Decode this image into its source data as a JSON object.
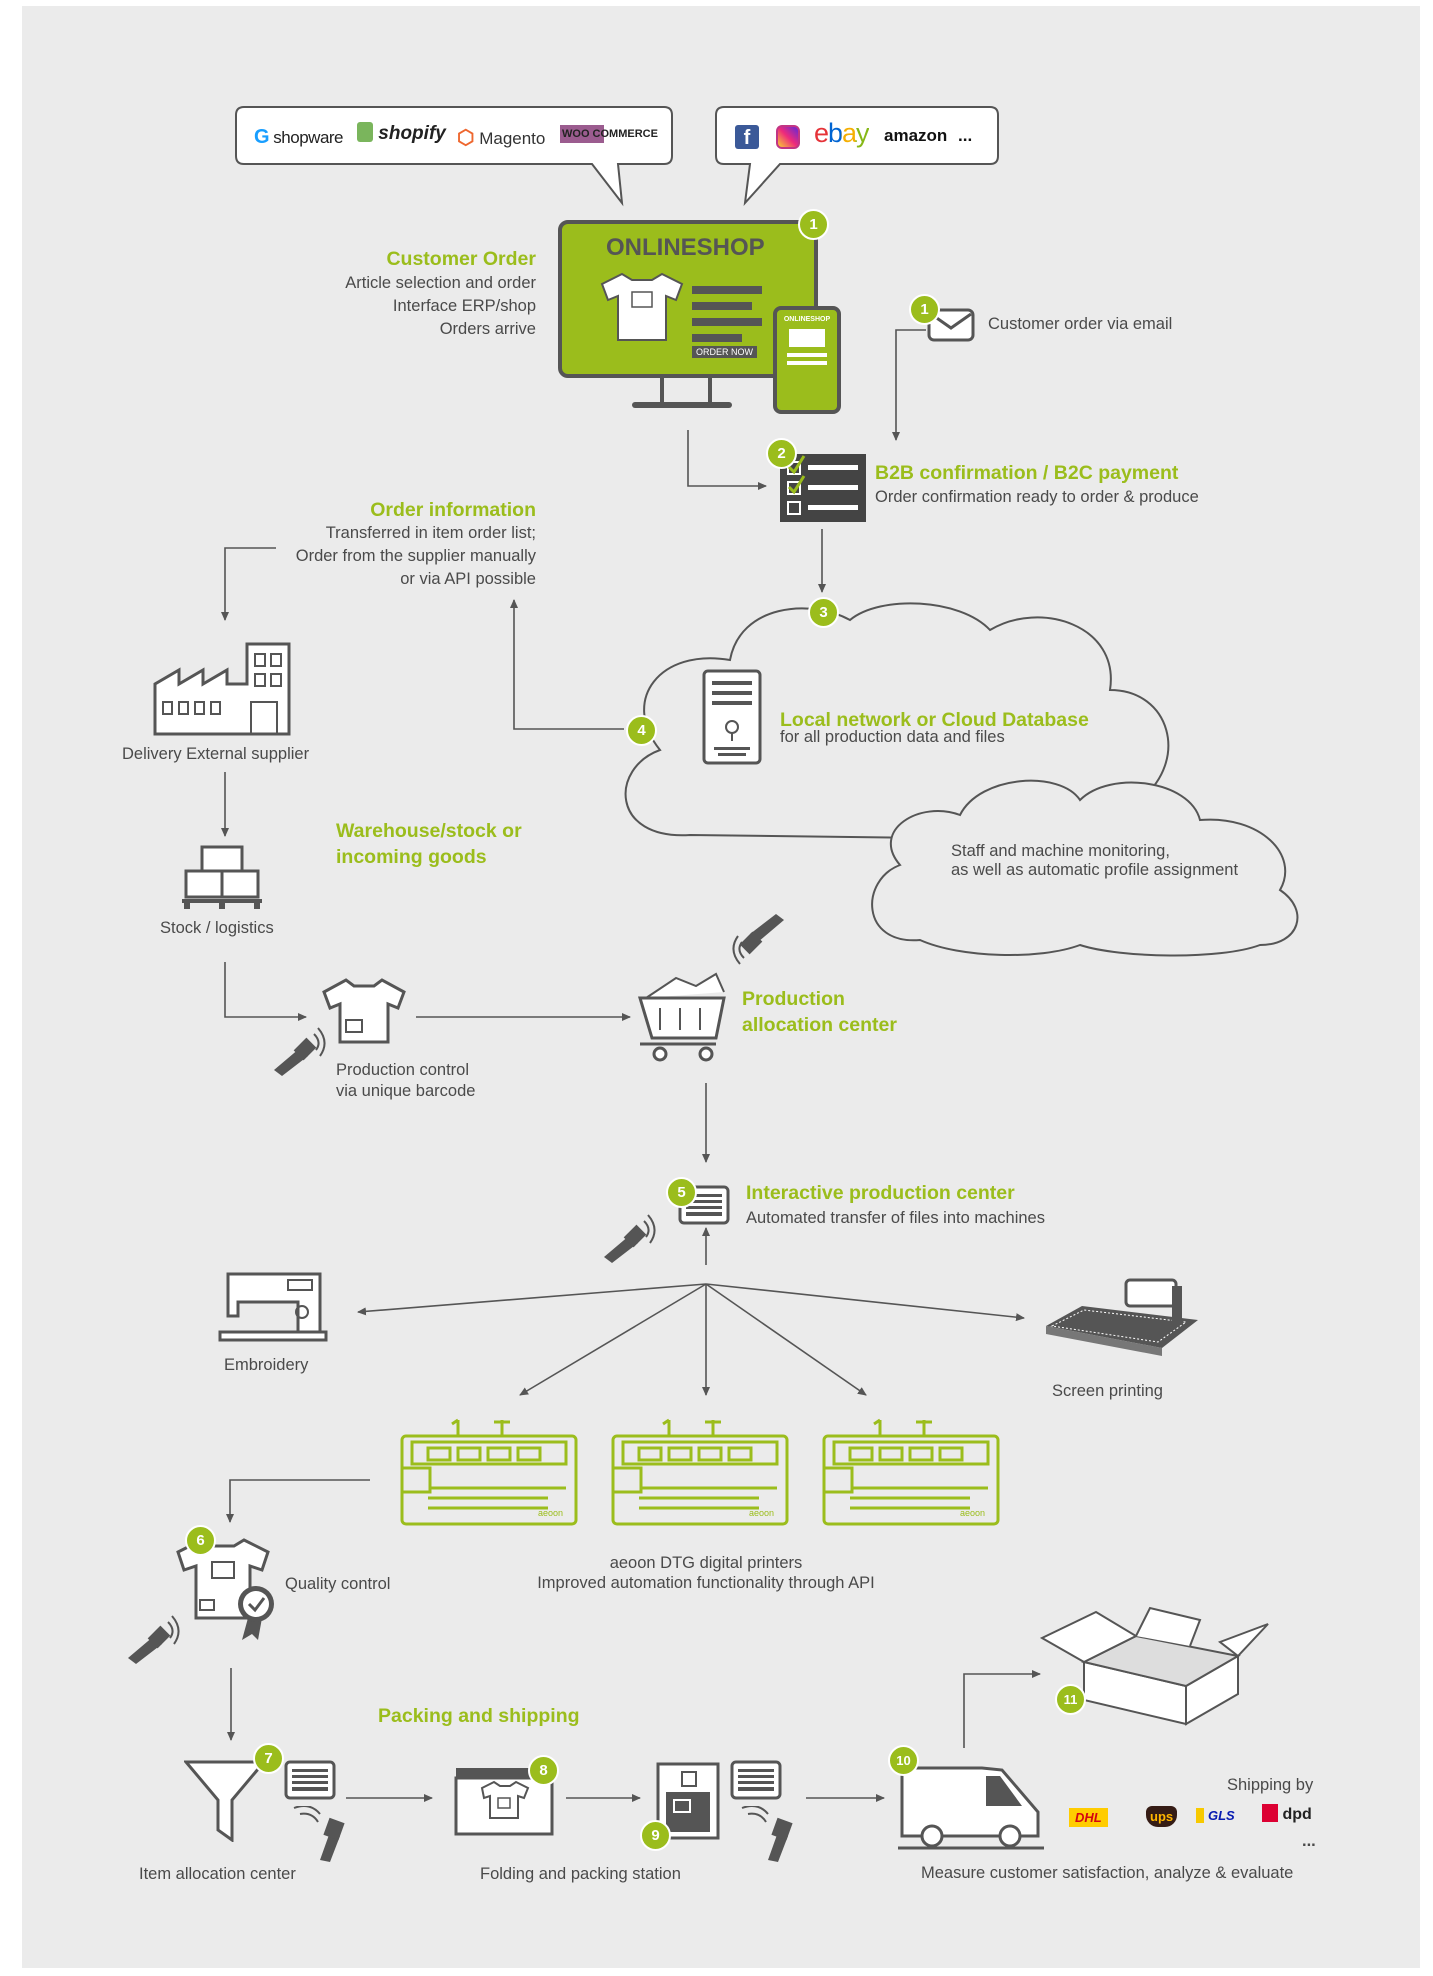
{
  "colors": {
    "accent": "#9bbd1c",
    "text": "#4a4a4a",
    "background": "#ebebeb",
    "line": "#555555"
  },
  "bubbles": {
    "shops": [
      "shopware",
      "shopify",
      "Magento",
      "WOO COMMERCE"
    ],
    "social": [
      "f",
      "ebay",
      "amazon",
      "..."
    ]
  },
  "onlineshop": {
    "title": "ONLINESHOP",
    "order_button": "ORDER NOW",
    "phone_title": "ONLINESHOP"
  },
  "customer_order": {
    "title": "Customer Order",
    "lines": [
      "Article selection and order",
      "Interface ERP/shop",
      "Orders arrive"
    ]
  },
  "email": {
    "text": "Customer order via email"
  },
  "b2b": {
    "title": "B2B confirmation / B2C payment",
    "text": "Order confirmation ready to order & produce"
  },
  "order_info": {
    "title": "Order information",
    "lines": [
      "Transferred in item order list;",
      "Order from the supplier manually",
      "or via API possible"
    ]
  },
  "cloud": {
    "title": "Local network or Cloud Database",
    "text": "for all production data and files"
  },
  "monitor_cloud": {
    "lines": [
      "Staff and machine monitoring,",
      "as well as automatic profile assignment"
    ]
  },
  "supplier": {
    "label": "Delivery External supplier"
  },
  "warehouse": {
    "title_lines": [
      "Warehouse/stock or",
      "incoming goods"
    ]
  },
  "stock": {
    "label": "Stock / logistics"
  },
  "production_control": {
    "lines": [
      "Production control",
      "via unique barcode"
    ]
  },
  "allocation": {
    "title_lines": [
      "Production",
      "allocation center"
    ]
  },
  "interactive": {
    "title": "Interactive production center",
    "text": "Automated transfer of files into machines"
  },
  "embroidery": {
    "label": "Embroidery"
  },
  "screen": {
    "label": "Screen printing"
  },
  "printers": {
    "lines": [
      "aeoon DTG digital printers",
      "Improved automation functionality through API"
    ],
    "brand": "aeoon"
  },
  "quality": {
    "label": "Quality control"
  },
  "packing": {
    "title": "Packing and shipping"
  },
  "item_alloc": {
    "label": "Item allocation center"
  },
  "folding": {
    "label": "Folding and packing station"
  },
  "shipping": {
    "title": "Shipping by",
    "carriers": [
      "DHL",
      "ups",
      "GLS",
      "dpd"
    ],
    "more": "...",
    "measure": "Measure customer satisfaction, analyze & evaluate"
  },
  "steps": [
    "1",
    "1",
    "2",
    "3",
    "4",
    "5",
    "6",
    "7",
    "8",
    "9",
    "10",
    "11"
  ]
}
